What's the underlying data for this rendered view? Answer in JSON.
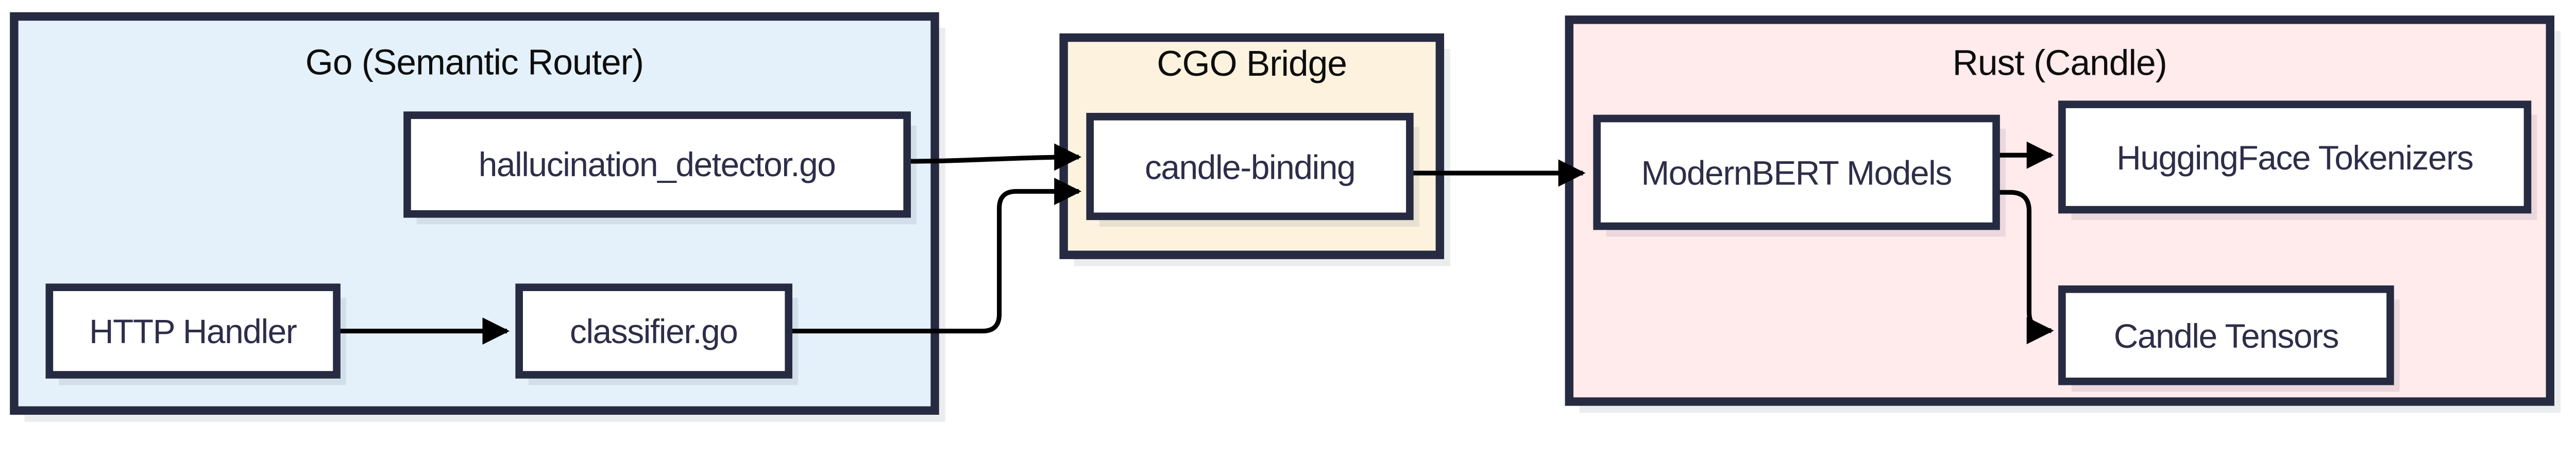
{
  "diagram": {
    "type": "flowchart",
    "direction": "left-to-right",
    "containers": [
      {
        "id": "go",
        "label": "Go (Semantic Router)",
        "fill": "#e4f1fb"
      },
      {
        "id": "cgo",
        "label": "CGO Bridge",
        "fill": "#fcf2de"
      },
      {
        "id": "rust",
        "label": "Rust (Candle)",
        "fill": "#ffeaec"
      }
    ],
    "nodes": [
      {
        "id": "hallucination_detector",
        "label": "hallucination_detector.go",
        "container": "go"
      },
      {
        "id": "http_handler",
        "label": "HTTP Handler",
        "container": "go"
      },
      {
        "id": "classifier",
        "label": "classifier.go",
        "container": "go"
      },
      {
        "id": "candle_binding",
        "label": "candle-binding",
        "container": "cgo"
      },
      {
        "id": "modernbert_models",
        "label": "ModernBERT Models",
        "container": "rust"
      },
      {
        "id": "hf_tokenizers",
        "label": "HuggingFace Tokenizers",
        "container": "rust"
      },
      {
        "id": "candle_tensors",
        "label": "Candle Tensors",
        "container": "rust"
      }
    ],
    "edges": [
      {
        "from": "HTTP Handler",
        "to": "classifier.go"
      },
      {
        "from": "hallucination_detector.go",
        "to": "candle-binding"
      },
      {
        "from": "classifier.go",
        "to": "candle-binding"
      },
      {
        "from": "candle-binding",
        "to": "ModernBERT Models"
      },
      {
        "from": "ModernBERT Models",
        "to": "HuggingFace Tokenizers"
      },
      {
        "from": "ModernBERT Models",
        "to": "Candle Tensors"
      }
    ],
    "colors": {
      "background": "#ffffff",
      "container_border": "#262b42",
      "node_border": "#262b42",
      "node_fill": "#ffffff",
      "node_text": "#2e2d49",
      "title_text": "#0d0d0d",
      "arrow": "#000000",
      "go_container_fill": "#e4f1fb",
      "cgo_container_fill": "#fcf2de",
      "rust_container_fill": "#ffeaec"
    }
  }
}
